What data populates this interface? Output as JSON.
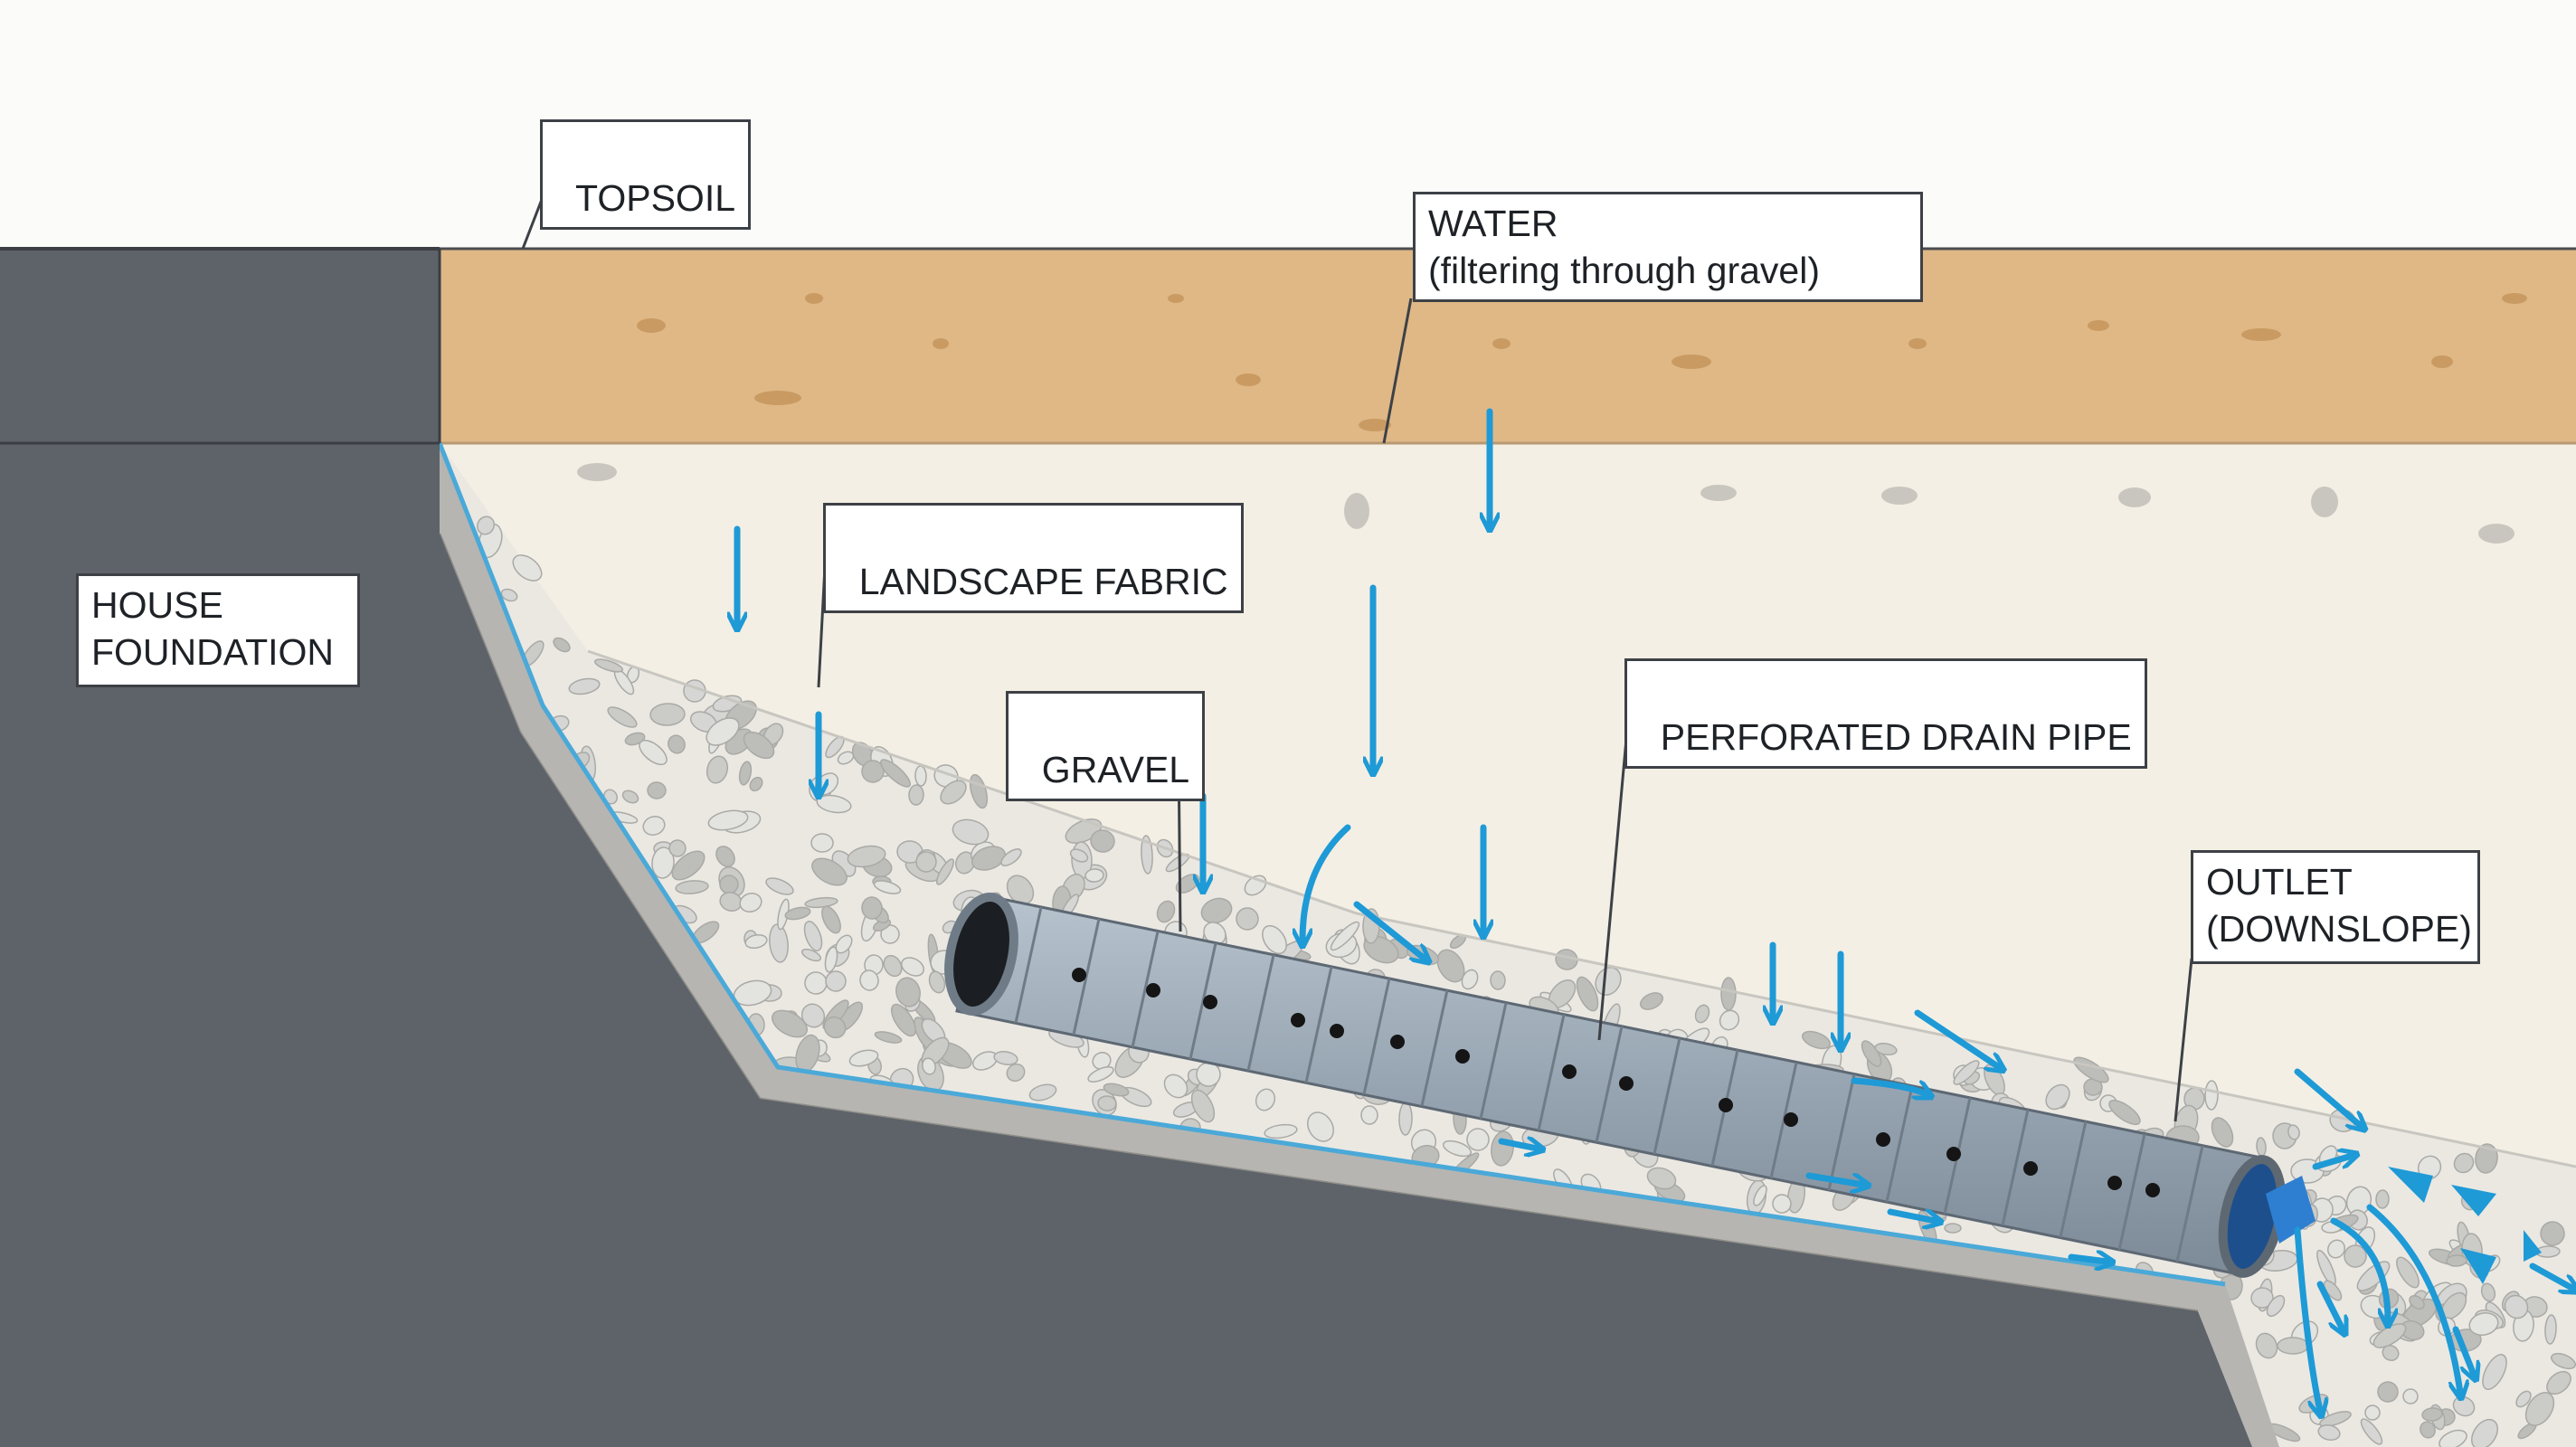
{
  "labels": {
    "topsoil": "TOPSOIL",
    "water_line1": "WATER",
    "water_line2": "(filtering through gravel)",
    "landscape_fabric": "LANDSCAPE FABRIC",
    "house_line1": "HOUSE",
    "house_line2": "FOUNDATION",
    "gravel": "GRAVEL",
    "drain_pipe": "PERFORATED DRAIN PIPE",
    "outlet_line1": "OUTLET",
    "outlet_line2": "(DOWNSLOPE)"
  },
  "colors": {
    "sky": "#fbfbfa",
    "foundation": "#5d6369",
    "topsoil": "#dfb886",
    "backfill": "#f4efe4",
    "gravel": "#d6d6d4",
    "fabric": "#4aa9d8",
    "pipe": "#97a5b2",
    "water": "#1e9ad6"
  }
}
